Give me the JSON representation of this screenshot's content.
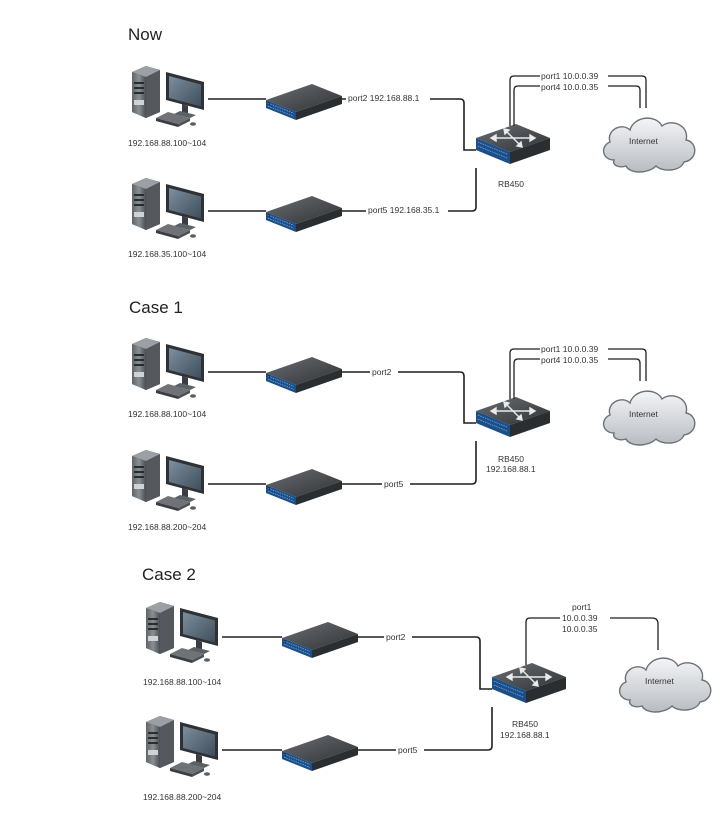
{
  "sections": [
    {
      "title": "Now",
      "pc1_ip": "192.168.88.100~104",
      "pc2_ip": "192.168.35.100~104",
      "sw1_port_label": "port2 192.168.88.1",
      "sw2_port_label": "port5 192.168.35.1",
      "router_name": "RB450",
      "router_ip": "",
      "wan_line1": "port1 10.0.0.39",
      "wan_line2": "port4 10.0.0.35",
      "wan_line3": "",
      "cloud_label": "Internet"
    },
    {
      "title": "Case 1",
      "pc1_ip": "192.168.88.100~104",
      "pc2_ip": "192.168.88.200~204",
      "sw1_port_label": "port2",
      "sw2_port_label": "port5",
      "router_name": "RB450",
      "router_ip": "192.168.88.1",
      "wan_line1": "port1 10.0.0.39",
      "wan_line2": "port4 10.0.0.35",
      "wan_line3": "",
      "cloud_label": "Internet"
    },
    {
      "title": "Case 2",
      "pc1_ip": "192.168.88.100~104",
      "pc2_ip": "192.168.88.200~204",
      "sw1_port_label": "port2",
      "sw2_port_label": "port5",
      "router_name": "RB450",
      "router_ip": "192.168.88.1",
      "wan_line1": "port1",
      "wan_line2": "10.0.0.39",
      "wan_line3": "10.0.0.35",
      "cloud_label": "Internet"
    }
  ]
}
